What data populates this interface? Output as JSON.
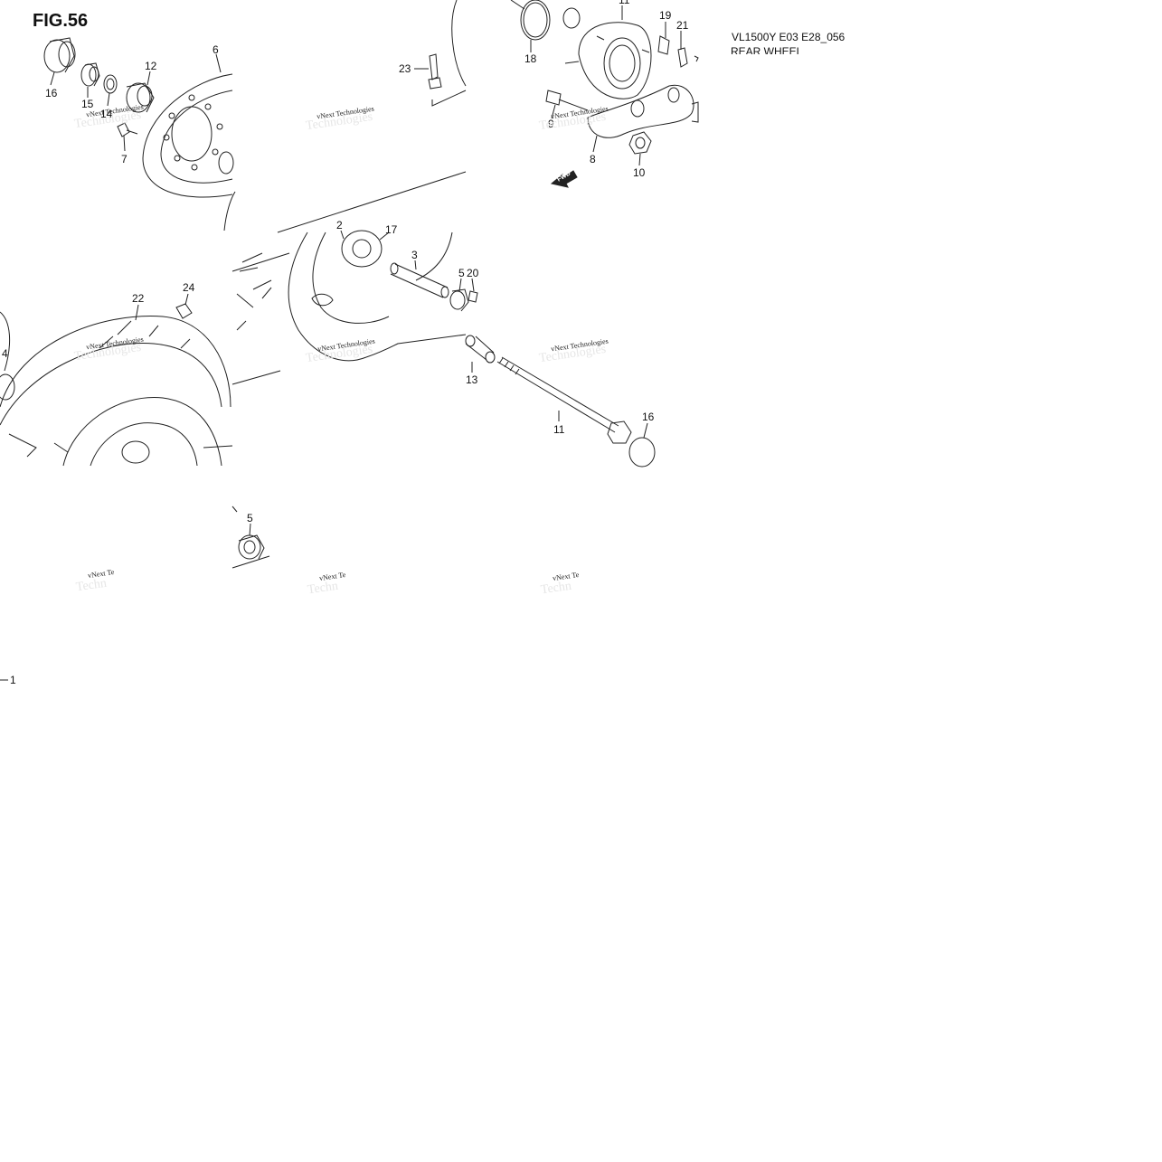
{
  "figure": {
    "title": "FIG.56",
    "code": "VL1500Y E03 E28_056",
    "subtitle": "REAR WHEEL"
  },
  "watermark": {
    "line1": "vNext Technologies",
    "line2": "Technologies",
    "short": "vNext Te",
    "short2": "Techn"
  },
  "callouts": [
    {
      "id": "c16a",
      "text": "16"
    },
    {
      "id": "c15",
      "text": "15"
    },
    {
      "id": "c14",
      "text": "14"
    },
    {
      "id": "c12",
      "text": "12"
    },
    {
      "id": "c6",
      "text": "6"
    },
    {
      "id": "c7",
      "text": "7"
    },
    {
      "id": "c23",
      "text": "23"
    },
    {
      "id": "c18",
      "text": "18"
    },
    {
      "id": "c19",
      "text": "19"
    },
    {
      "id": "c21",
      "text": "21"
    },
    {
      "id": "c9",
      "text": "9"
    },
    {
      "id": "c8",
      "text": "8"
    },
    {
      "id": "c10",
      "text": "10"
    },
    {
      "id": "c2",
      "text": "2"
    },
    {
      "id": "c17",
      "text": "17"
    },
    {
      "id": "c3",
      "text": "3"
    },
    {
      "id": "c5a",
      "text": "5"
    },
    {
      "id": "c20",
      "text": "20"
    },
    {
      "id": "c22",
      "text": "22"
    },
    {
      "id": "c24",
      "text": "24"
    },
    {
      "id": "c4",
      "text": "4"
    },
    {
      "id": "c13",
      "text": "13"
    },
    {
      "id": "c11",
      "text": "11"
    },
    {
      "id": "c16b",
      "text": "16"
    },
    {
      "id": "c5b",
      "text": "5"
    },
    {
      "id": "c1",
      "text": "1"
    }
  ],
  "fwd_label": "FWD",
  "colors": {
    "line": "#222222",
    "background": "#ffffff"
  }
}
